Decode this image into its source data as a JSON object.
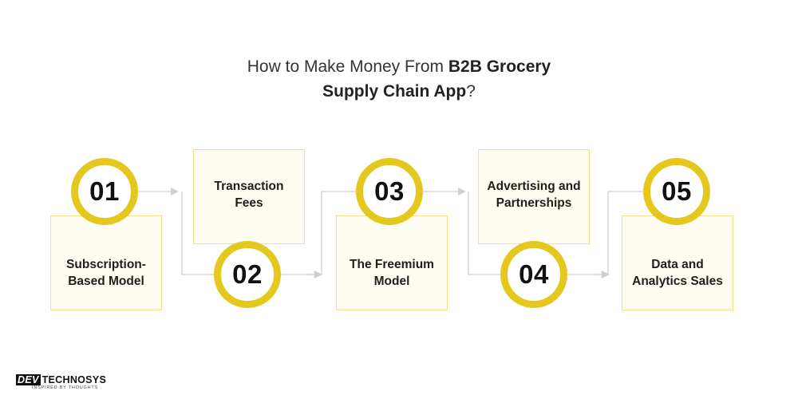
{
  "title": {
    "line1_plain": "How to Make Money From ",
    "line1_bold": "B2B Grocery",
    "line2_bold": "Supply Chain App",
    "line2_plain": "?"
  },
  "steps": [
    {
      "number": "01",
      "label": "Subscription-Based Model"
    },
    {
      "number": "02",
      "label": "Transaction Fees"
    },
    {
      "number": "03",
      "label": "The Freemium Model"
    },
    {
      "number": "04",
      "label": "Advertising and Partnerships"
    },
    {
      "number": "05",
      "label": "Data and Analytics Sales"
    }
  ],
  "colors": {
    "accent": "#e5c81f",
    "box_border": "#f3df8c",
    "box_fill": "#fffdf1",
    "connector": "#cfcfcf"
  },
  "logo": {
    "brand_dev": "DEV",
    "brand_rest": "TECHNOSYS",
    "tagline": "INSPIRED BY THOUGHTS"
  }
}
